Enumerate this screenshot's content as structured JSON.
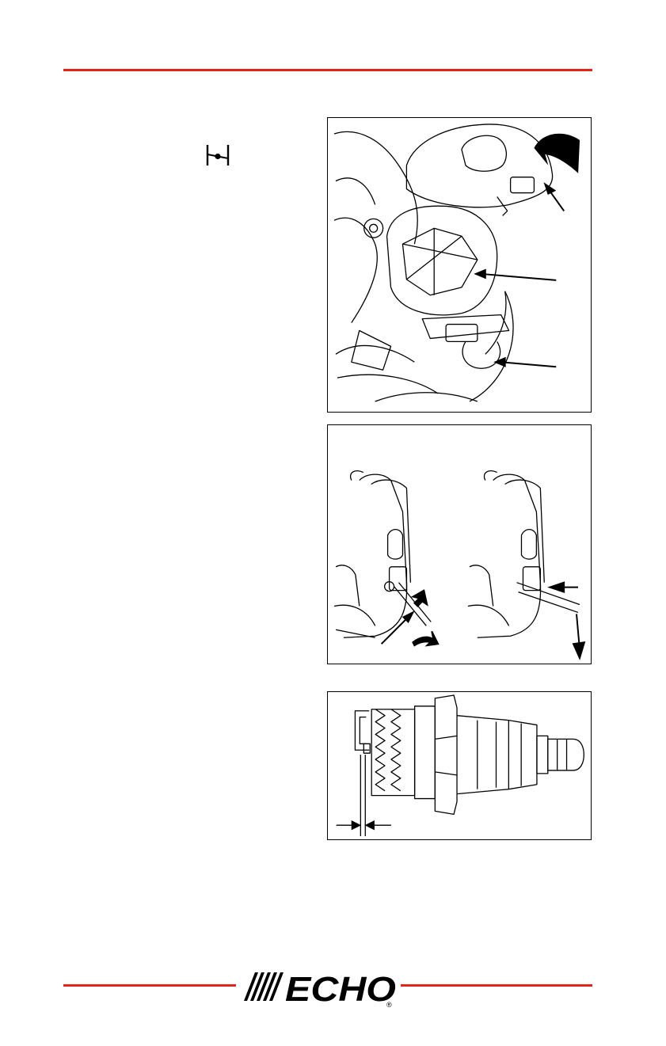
{
  "page": {
    "accent_color": "#e1251b",
    "icons": [
      "choke-icon",
      "air-filter-cover-illustration",
      "spark-plug-cap-illustration",
      "spark-plug-gap-illustration"
    ],
    "figures": [
      {
        "name": "air-cover-figure",
        "callouts": 3
      },
      {
        "name": "spark-plug-cap-figure",
        "callouts": 0
      },
      {
        "name": "spark-plug-figure",
        "callouts": 0
      }
    ]
  },
  "footer": {
    "brand": "ECHO",
    "registered_mark": "®"
  }
}
